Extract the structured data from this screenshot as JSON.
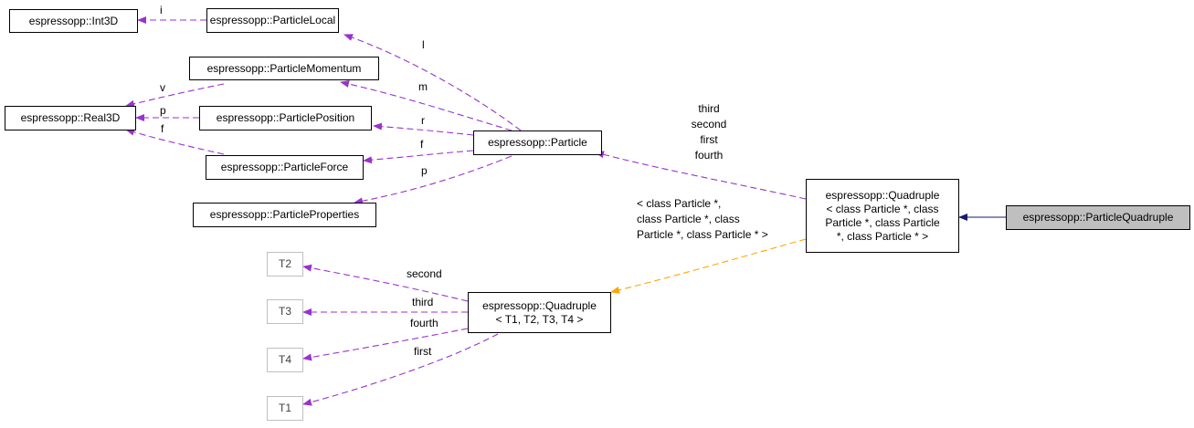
{
  "nodes": {
    "int3d": "espressopp::Int3D",
    "particle_local": "espressopp::ParticleLocal",
    "particle_momentum": "espressopp::ParticleMomentum",
    "real3d": "espressopp::Real3D",
    "particle_position": "espressopp::ParticlePosition",
    "particle": "espressopp::Particle",
    "particle_force": "espressopp::ParticleForce",
    "particle_properties": "espressopp::ParticleProperties",
    "quadruple_particle": [
      "espressopp::Quadruple",
      "< class Particle *, class",
      "Particle *, class Particle",
      "*, class Particle * >"
    ],
    "particle_quadruple": "espressopp::ParticleQuadruple",
    "t2": "T2",
    "t3": "T3",
    "t4": "T4",
    "t1": "T1",
    "quadruple_template": [
      "espressopp::Quadruple",
      "< T1, T2, T3, T4 >"
    ]
  },
  "edge_labels": {
    "i": "i",
    "l": "l",
    "v": "v",
    "m": "m",
    "p_real": "p",
    "r": "r",
    "f_real": "f",
    "f_force": "f",
    "p_props": "p",
    "quad_members": [
      "third",
      "second",
      "first",
      "fourth"
    ],
    "template_args": [
      "< class Particle *,",
      "class Particle *, class",
      "Particle *, class Particle * >"
    ],
    "second": "second",
    "third": "third",
    "fourth": "fourth",
    "first": "first"
  },
  "colors": {
    "usage_edge": "#9a32cd",
    "template_edge": "#ffa500",
    "inheritance_edge": "#191970",
    "focus_fill": "#bfbfbf",
    "gray_border": "#bfbfbf"
  }
}
